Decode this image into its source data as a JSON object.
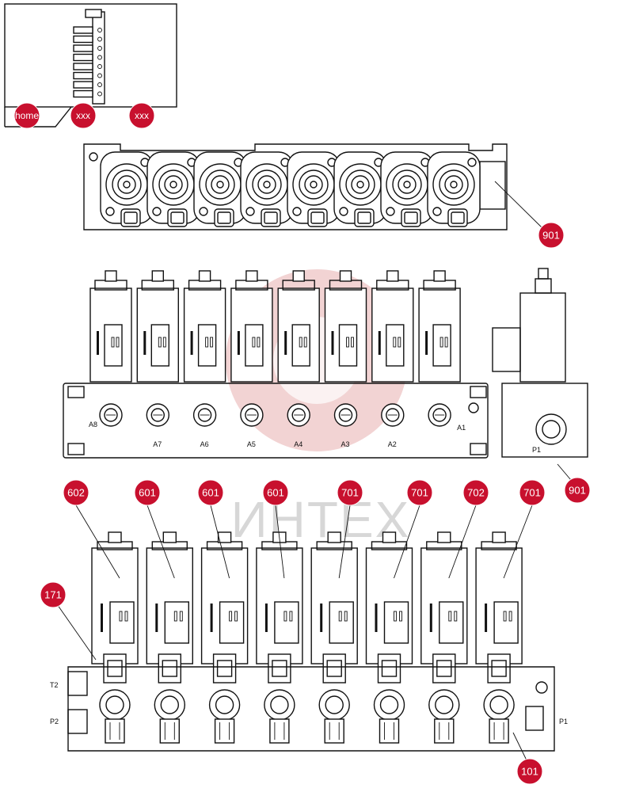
{
  "nav": {
    "home_label": "home",
    "prev_label": "xxx",
    "next_label": "xxx"
  },
  "watermark": {
    "text": "ИНТЕХ"
  },
  "callouts": {
    "top_view": "901",
    "front_view": "901",
    "bottom": [
      "602",
      "601",
      "601",
      "601",
      "701",
      "701",
      "702",
      "701"
    ],
    "side_left": "171",
    "base": "101"
  },
  "front_view": {
    "ports": [
      "A8",
      "A7",
      "A6",
      "A5",
      "A4",
      "A3",
      "A2",
      "A1"
    ],
    "side_port": "P1"
  },
  "bottom_view": {
    "port_t2": "T2",
    "port_p2": "P2",
    "port_p1": "P1"
  },
  "colors": {
    "callout": "#c8102e",
    "watermark": "#e9b5b5"
  }
}
